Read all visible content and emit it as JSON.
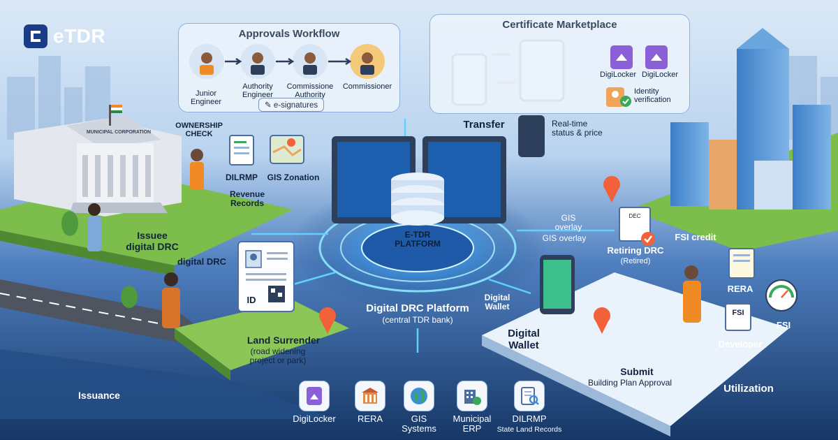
{
  "brand": {
    "name": "eTDR"
  },
  "approvals": {
    "title": "Approvals Workflow",
    "roles": [
      "Junior Engineer",
      "Authority Engineer",
      "Commissione Authority",
      "Commissioner"
    ],
    "esign": "e-signatures"
  },
  "marketplace": {
    "title": "Certificate Marketplace",
    "digilocker_1": "DigiLocker",
    "digilocker_2": "DigiLocker",
    "identity": "Identity verification"
  },
  "issuance": {
    "ownership_check": "OWNERSHIP CHECK",
    "building_sign": "MUNICIPAL CORPORATION",
    "dilrmp": "DILRMP",
    "gis_zonation": "GIS Zonation",
    "revenue_records": "Revenue Records",
    "issues_drc": "Issuee digital DRC",
    "digital_drc": "digital DRC",
    "id_card": "ID",
    "land_surrender_title": "Land Surrender",
    "land_surrender_note": "(road widening project or park)",
    "section": "Issuance"
  },
  "center": {
    "platform": "E-TDR PLATFORM",
    "transfer": "Transfer",
    "realtime": "Real-time status & price",
    "title": "Digital DRC Platform",
    "subtitle": "(central TDR bank)",
    "wallet_small": "Digital Wallet"
  },
  "utilization": {
    "gis_overlay_1": "GIS overlay",
    "gis_overlay_2": "GIS overlay",
    "dec": "DEC",
    "retiring": "Retiring DRC",
    "retired": "(Retired)",
    "fsi_credit": "FSI credit",
    "rera": "RERA",
    "fsi": "FSI",
    "fsi_badge": "FSI",
    "developer": "Developer",
    "wallet": "Digital Wallet",
    "submit": "Submit",
    "plan": "Building Plan Approval",
    "section": "Utilization"
  },
  "integrations": [
    {
      "label": "DigiLocker",
      "icon": "digilocker-icon"
    },
    {
      "label": "RERA",
      "icon": "rera-building-icon"
    },
    {
      "label": "GIS Systems",
      "icon": "globe-icon"
    },
    {
      "label": "Municipal ERP",
      "icon": "municipal-erp-icon"
    },
    {
      "label": "DILRMP",
      "sub": "State Land Records",
      "icon": "land-records-icon"
    }
  ],
  "colors": {
    "background": "#1d3f73",
    "panel": "#eaf2fb",
    "accent": "#2b7de0",
    "glow": "#5fd0ff",
    "pin": "#f2613a",
    "grass": "#7dbd4c",
    "road": "#4e5560"
  }
}
